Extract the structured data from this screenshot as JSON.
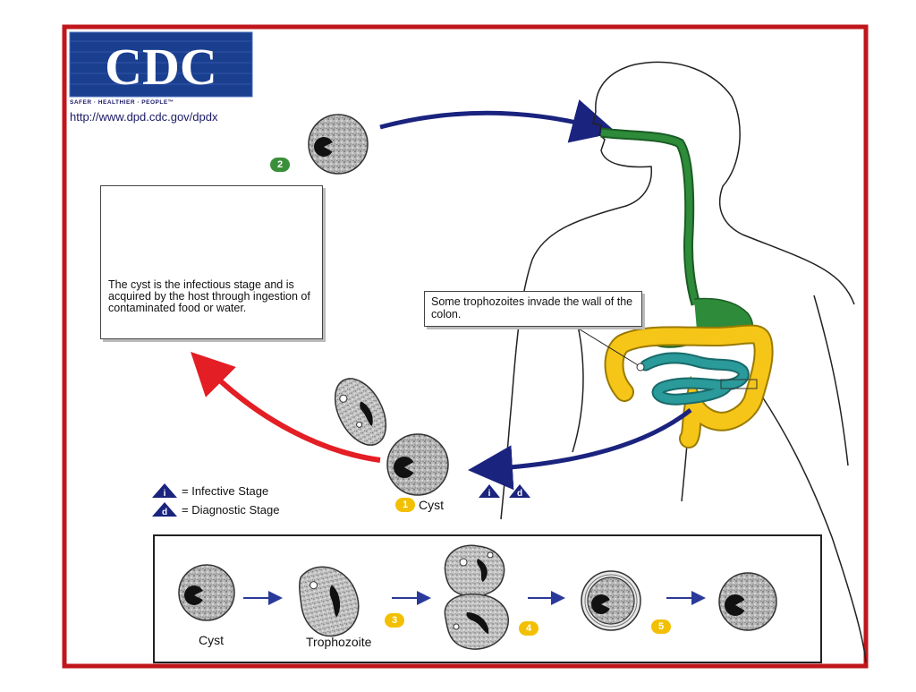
{
  "logo": {
    "text": "CDC",
    "tagline": "SAFER · HEALTHIER · PEOPLE™"
  },
  "url": "http://www.dpd.cdc.gov/dpdx",
  "info_box": {
    "text": "The cyst is the infectious stage and is acquired by the host through ingestion of contaminated food or water."
  },
  "callout": {
    "text": "Some trophozoites invade the wall of the colon."
  },
  "legend": {
    "infective_symbol": "i",
    "infective_label": "= Infective Stage",
    "diagnostic_symbol": "d",
    "diagnostic_label": "= Diagnostic Stage"
  },
  "stages": {
    "step1_number": "1",
    "step1_label": "Cyst",
    "step2_number": "2",
    "step3_number": "3",
    "step4_number": "4",
    "step5_number": "5",
    "marker_i": "i",
    "marker_d": "d"
  },
  "bottom_panel": {
    "cyst_label": "Cyst",
    "trophozoite_label": "Trophozoite"
  },
  "colors": {
    "frame": "#c0161b",
    "arrow_blue": "#1a237e",
    "arrow_red": "#e31e24",
    "gut_green": "#2e8b3a",
    "intestine_teal": "#2a9a9a",
    "colon_yellow": "#f5c518",
    "badge_yellow": "#f2c000",
    "badge_green": "#3a8f3a",
    "triangle_blue": "#1a237e",
    "logo_blue": "#1a3f8f"
  }
}
